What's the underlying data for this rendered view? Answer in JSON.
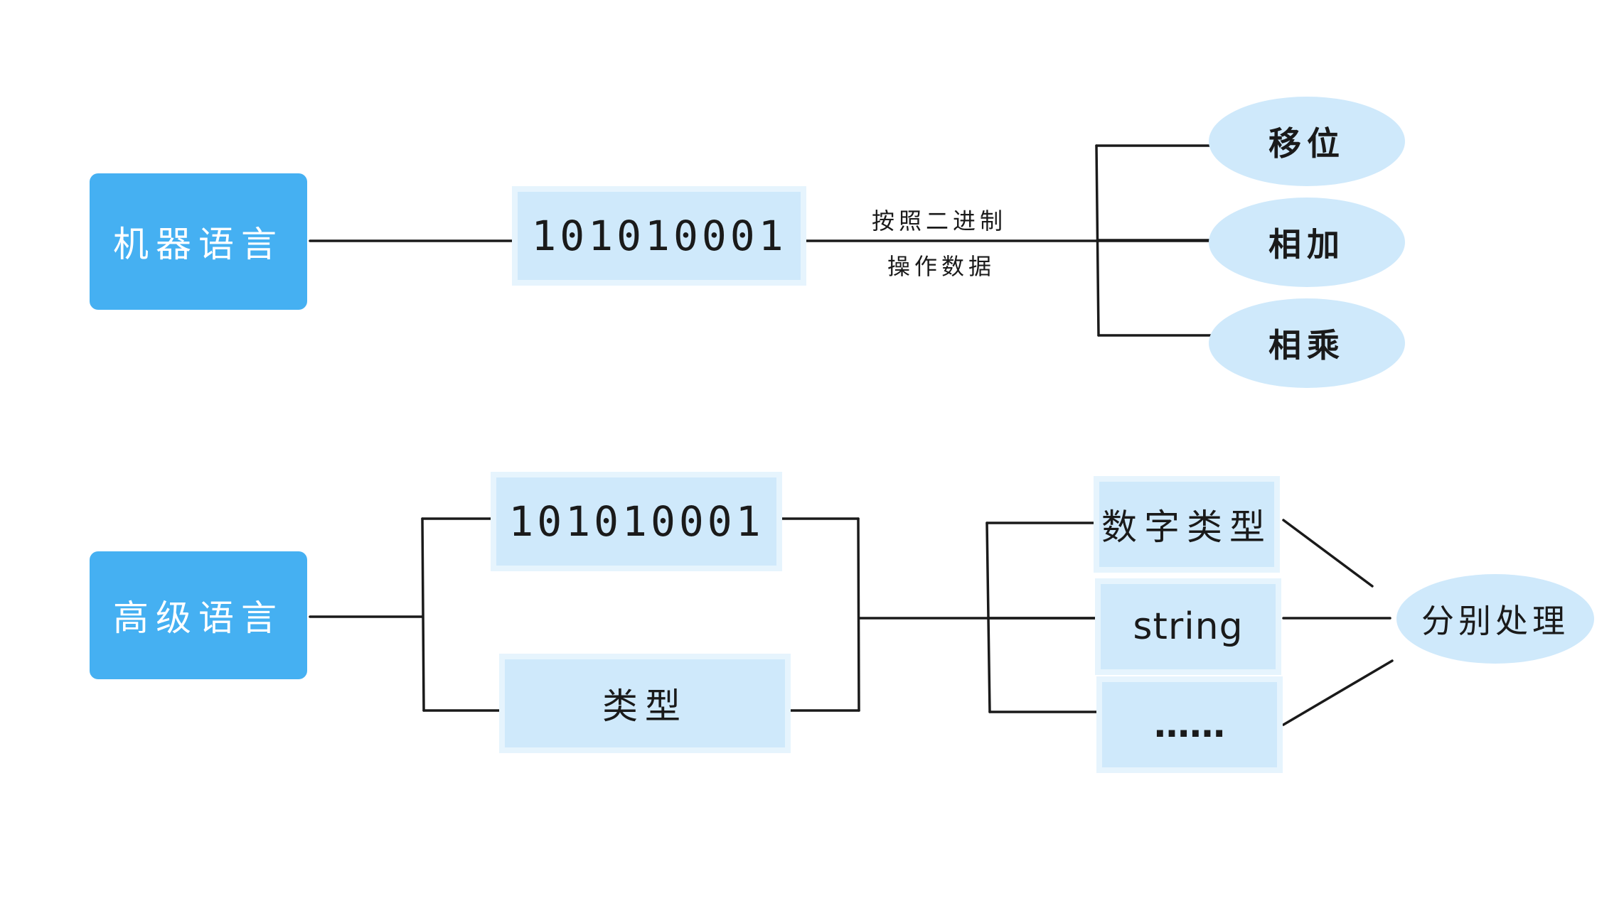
{
  "machine": {
    "root": "机器语言",
    "binary": "101010001",
    "edge_label_1": "按照二进制",
    "edge_label_2": "操作数据",
    "ops": [
      "移位",
      "相加",
      "相乘"
    ]
  },
  "high": {
    "root": "高级语言",
    "binary": "101010001",
    "type": "类型",
    "kinds": [
      "数字类型",
      "string",
      "……"
    ],
    "result": "分别处理"
  },
  "colors": {
    "root_fill": "#45b0f2",
    "box_fill": "#cfe9fb",
    "box_halo": "#e6f4fd",
    "line": "#1a1a1a"
  }
}
